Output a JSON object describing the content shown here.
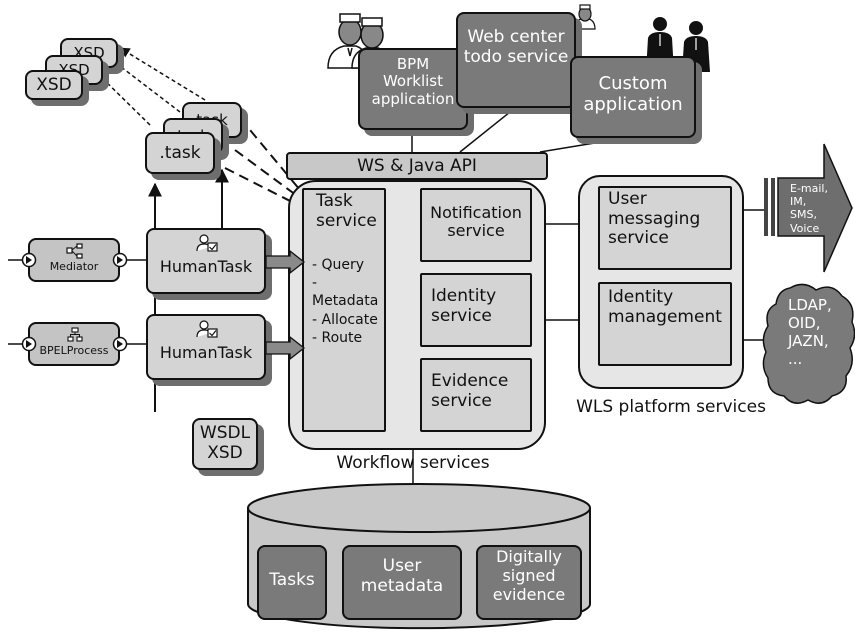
{
  "diagram": {
    "xsd_stack": [
      "XSD",
      "XSD",
      "XSD"
    ],
    "task_stack": [
      "task",
      "task",
      ".task"
    ],
    "bpm_worklist": "BPM\nWorklist\napplication",
    "web_center": "Web center\ntodo service",
    "custom_app": "Custom\napplication",
    "ws_api": "WS & Java API",
    "task_service": {
      "title": "Task\nservice",
      "items": "- Query\n- Metadata\n- Allocate\n- Route"
    },
    "notification_service": "Notification\nservice",
    "identity_service": "Identity\nservice",
    "evidence_service": "Evidence\nservice",
    "workflow_label": "Workflow services",
    "user_messaging": "User\nmessaging\nservice",
    "identity_management": "Identity\nmanagement",
    "wls_label": "WLS platform services",
    "channels": "E-mail,\nIM,\nSMS,\nVoice",
    "directories": "LDAP,\nOID,\nJAZN,\n...",
    "mediator": "Mediator",
    "bpel": "BPELProcess",
    "humantask": [
      "HumanTask",
      "HumanTask"
    ],
    "wsdl_xsd": "WSDL\nXSD",
    "db_items": [
      "Tasks",
      "User\nmetadata",
      "Digitally\nsigned\nevidence"
    ],
    "colors": {
      "light": "#d4d4d4",
      "dark": "#7a7a7a",
      "panel": "#e6e6e6",
      "shadow": "#6e6e6e"
    },
    "icons": [
      "nurse-icon",
      "businessmen-icon",
      "user-check-icon",
      "mediator-icon",
      "bpel-icon",
      "circle-arrow-icon"
    ]
  }
}
